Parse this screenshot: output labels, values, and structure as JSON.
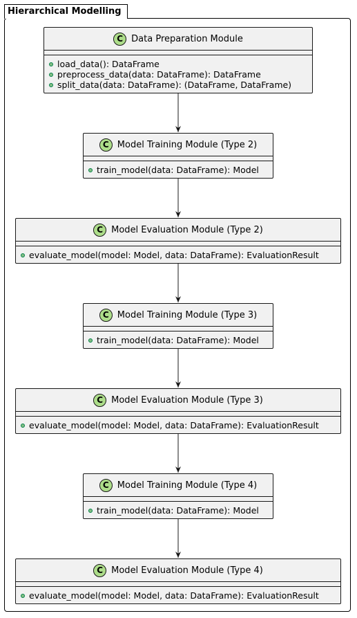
{
  "package": {
    "title": "Hierarchical Modelling"
  },
  "classes": [
    {
      "name": "Data Preparation Module",
      "stereotype_letter": "C",
      "methods": [
        "load_data(): DataFrame",
        "preprocess_data(data: DataFrame): DataFrame",
        "split_data(data: DataFrame): (DataFrame, DataFrame)"
      ]
    },
    {
      "name": "Model Training Module (Type 2)",
      "stereotype_letter": "C",
      "methods": [
        "train_model(data: DataFrame): Model"
      ]
    },
    {
      "name": "Model Evaluation Module (Type 2)",
      "stereotype_letter": "C",
      "methods": [
        "evaluate_model(model: Model, data: DataFrame): EvaluationResult"
      ]
    },
    {
      "name": "Model Training Module (Type 3)",
      "stereotype_letter": "C",
      "methods": [
        "train_model(data: DataFrame): Model"
      ]
    },
    {
      "name": "Model Evaluation Module (Type 3)",
      "stereotype_letter": "C",
      "methods": [
        "evaluate_model(model: Model, data: DataFrame): EvaluationResult"
      ]
    },
    {
      "name": "Model Training Module (Type 4)",
      "stereotype_letter": "C",
      "methods": [
        "train_model(data: DataFrame): Model"
      ]
    },
    {
      "name": "Model Evaluation Module (Type 4)",
      "stereotype_letter": "C",
      "methods": [
        "evaluate_model(model: Model, data: DataFrame): EvaluationResult"
      ]
    }
  ],
  "colors": {
    "class_fill": "#f1f1f1",
    "badge_fill": "#addd8a",
    "method_dot": "#84be84",
    "line": "#181818"
  }
}
